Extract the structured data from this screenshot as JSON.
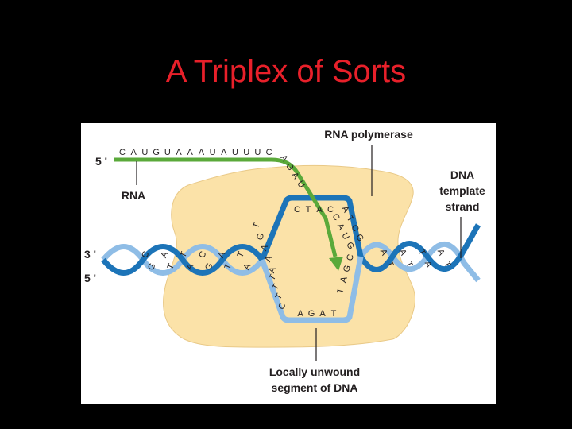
{
  "slide": {
    "title": "A Triplex of Sorts"
  },
  "colors": {
    "background": "#000000",
    "title": "#e8202a",
    "polymerase": "#fbe2a8",
    "dna_template_strand": "#1c74b8",
    "dna_coding_strand": "#8fbde6",
    "rna": "#5aa93a"
  },
  "labels": {
    "rna_polymerase": "RNA polymerase",
    "rna": "RNA",
    "dna_template_strand": [
      "DNA",
      "template",
      "strand"
    ],
    "unwound_segment": [
      "Locally unwound",
      "segment of DNA"
    ],
    "rna_five_prime": "5 '",
    "dna_three_prime": "3 '",
    "dna_five_prime": "5 '"
  },
  "sequences": {
    "rna_transcript": [
      "C",
      "A",
      "U",
      "G",
      "U",
      "A",
      "A",
      "A",
      "U",
      "A",
      "U",
      "U",
      "U",
      "C",
      "A",
      "G",
      "A",
      "U"
    ],
    "rna_dna_hybrid": [
      "C",
      "A",
      "U",
      "G"
    ],
    "template_top": [
      "C",
      "T",
      "A",
      "C"
    ],
    "template_left_diagonal": [
      "A",
      "A",
      "A",
      "G",
      "T"
    ],
    "template_right_diagonal": [
      "A",
      "T",
      "C",
      "G"
    ],
    "coding_left_diagonal": [
      "T",
      "T",
      "T",
      "C"
    ],
    "coding_right_diagonal": [
      "C",
      "G",
      "A",
      "T"
    ],
    "coding_bottom": [
      "A",
      "G",
      "A",
      "T"
    ],
    "left_helix_pairs": [
      [
        "C",
        "G"
      ],
      [
        "A",
        "T"
      ],
      [
        "T",
        "A"
      ],
      [
        "C",
        "G"
      ],
      [
        "A",
        "T"
      ],
      [
        "T",
        "A"
      ]
    ],
    "right_helix_pairs": [
      [
        "A",
        "T"
      ],
      [
        "A",
        "T"
      ],
      [
        "T",
        "A"
      ],
      [
        "A",
        "T"
      ]
    ]
  }
}
